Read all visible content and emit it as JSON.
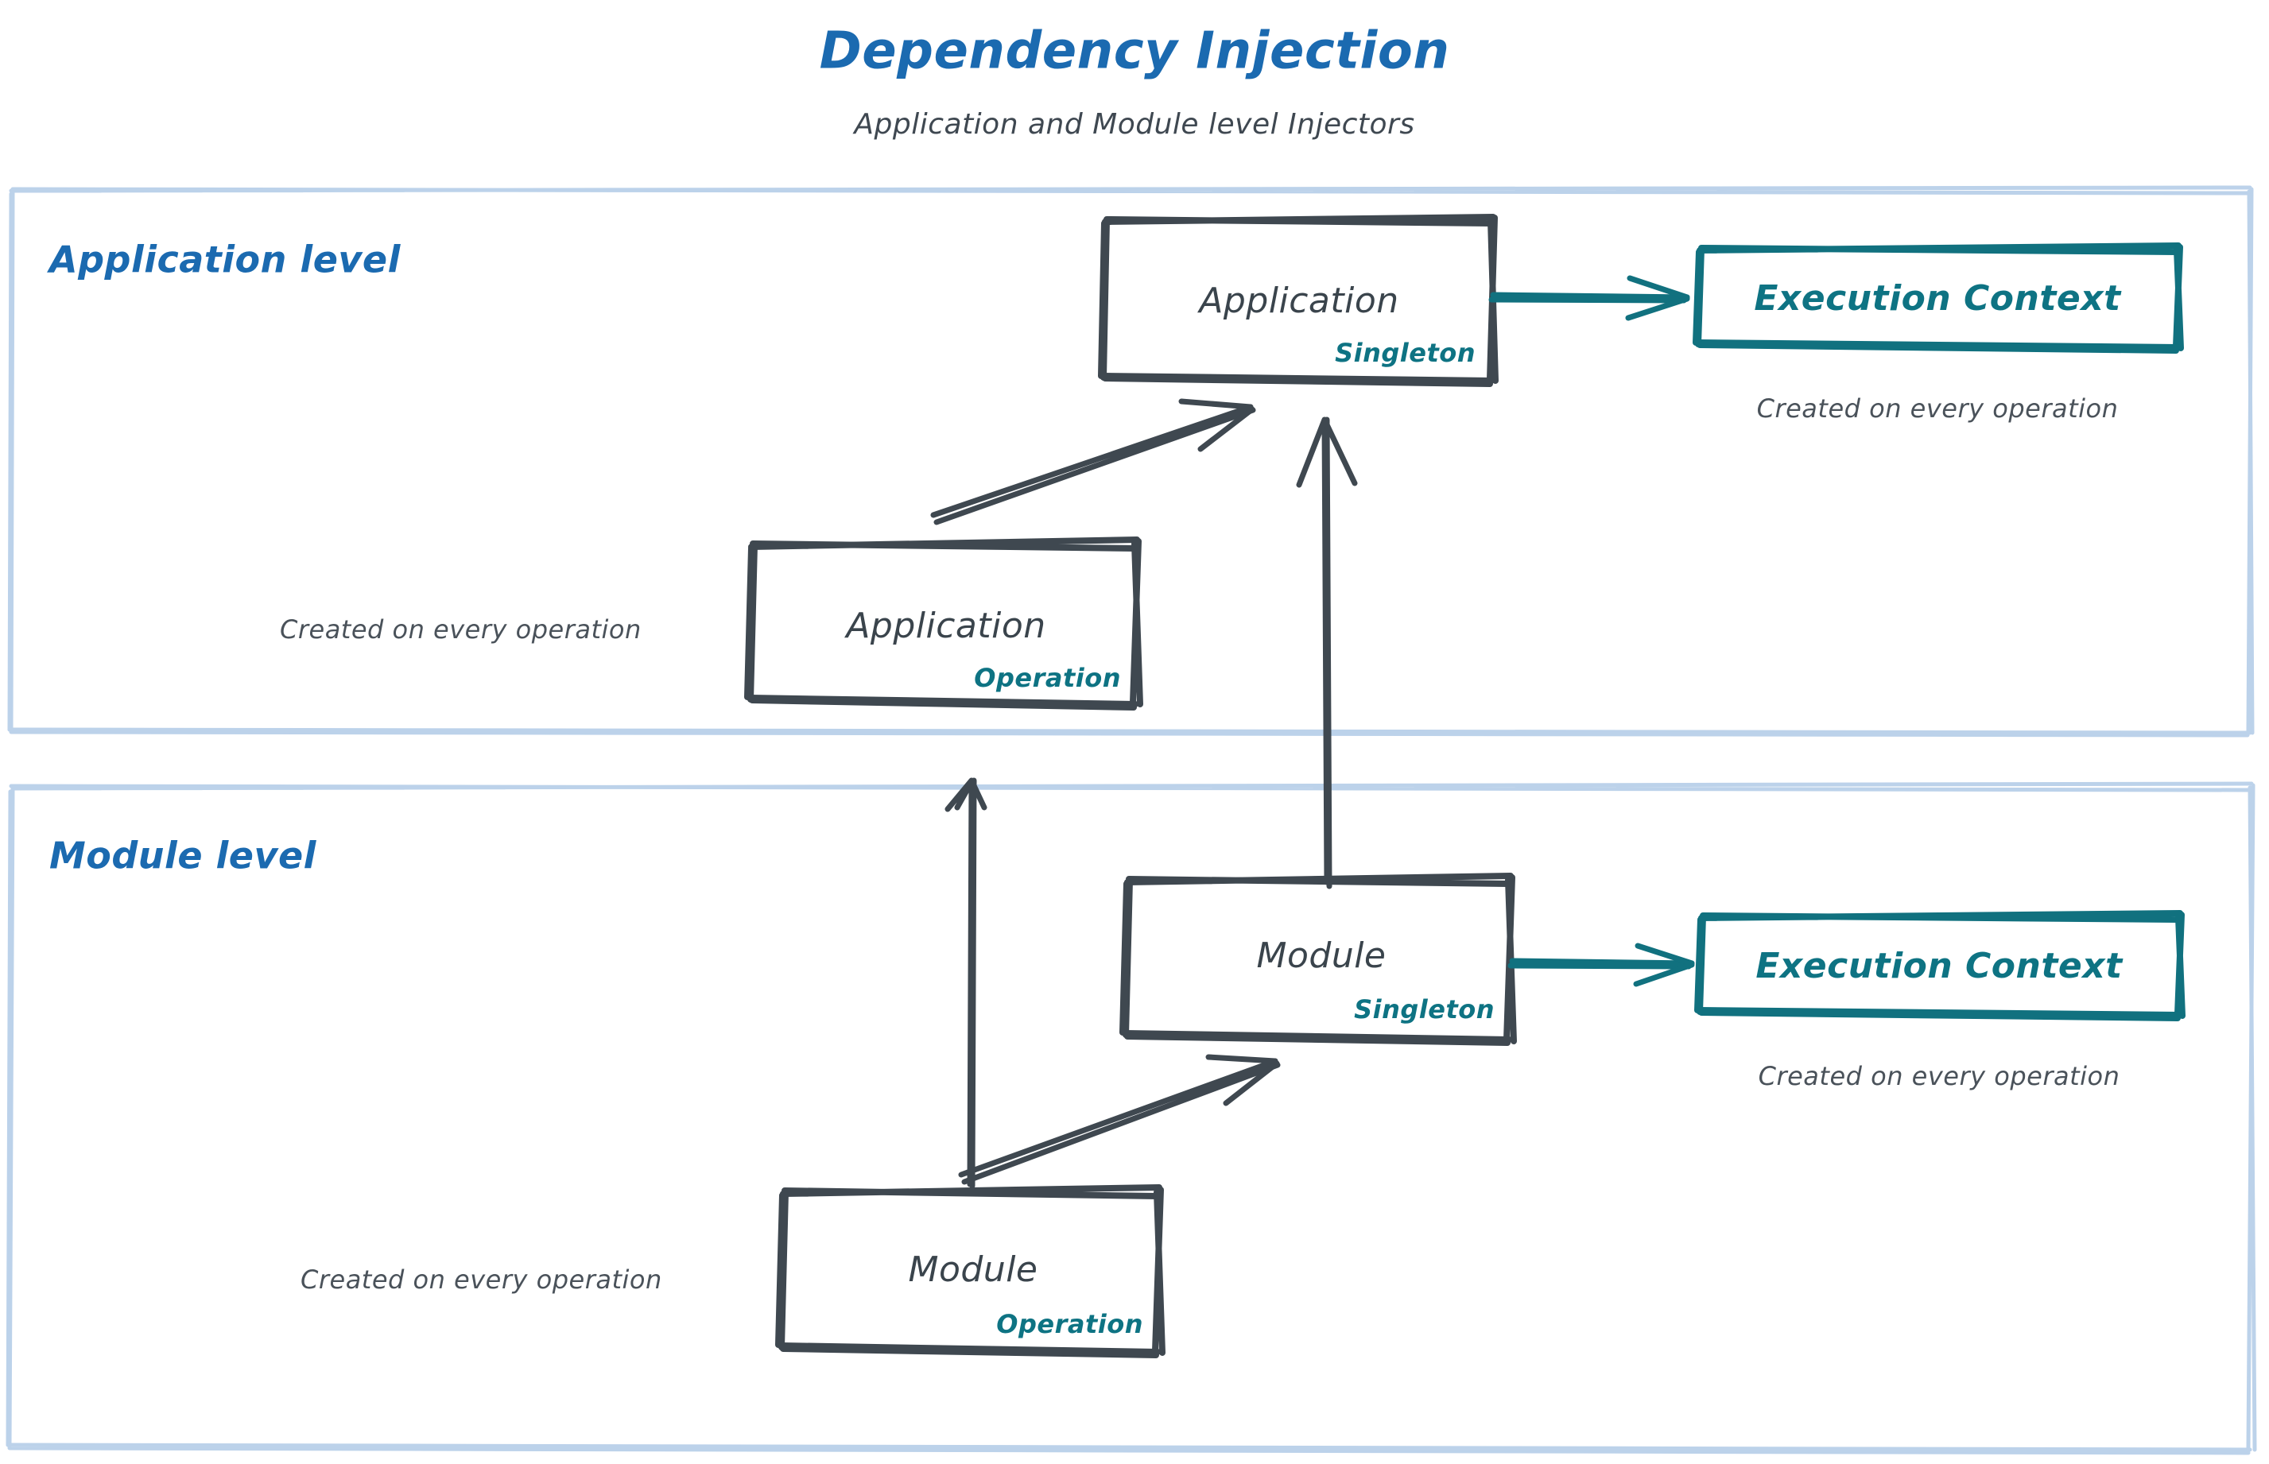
{
  "header": {
    "title": "Dependency Injection",
    "subtitle": "Application and Module level Injectors"
  },
  "colors": {
    "title_blue": "#1b6ab0",
    "level_blue": "#1b6ab0",
    "container_border": "#b9d0e8",
    "node_stroke": "#3a444c",
    "node_text": "#3a444c",
    "scope_teal": "#0e7383",
    "execution_context_teal": "#127180",
    "note_gray": "#4a525a",
    "background": "#ffffff"
  },
  "containers": [
    {
      "id": "application-level",
      "label": "Application level"
    },
    {
      "id": "module-level",
      "label": "Module level"
    }
  ],
  "nodes": [
    {
      "id": "application-singleton",
      "title": "Application",
      "scope": "Singleton",
      "level": "Application level",
      "style": "dark-box"
    },
    {
      "id": "application-execution-context",
      "title": "Execution Context",
      "scope": "",
      "level": "Application level",
      "style": "teal-box"
    },
    {
      "id": "application-operation",
      "title": "Application",
      "scope": "Operation",
      "level": "Application level",
      "style": "dark-box"
    },
    {
      "id": "module-singleton",
      "title": "Module",
      "scope": "Singleton",
      "level": "Module level",
      "style": "dark-box"
    },
    {
      "id": "module-execution-context",
      "title": "Execution Context",
      "scope": "",
      "level": "Module level",
      "style": "teal-box"
    },
    {
      "id": "module-operation",
      "title": "Module",
      "scope": "Operation",
      "level": "Module level",
      "style": "dark-box"
    }
  ],
  "notes": [
    {
      "id": "note-application-execution-context",
      "text": "Created on every operation"
    },
    {
      "id": "note-application-operation",
      "text": "Created on every operation"
    },
    {
      "id": "note-module-execution-context",
      "text": "Created on every operation"
    },
    {
      "id": "note-module-operation",
      "text": "Created on every operation"
    }
  ],
  "edges": [
    {
      "id": "edge-app-singleton-to-app-execution-context",
      "from": "application-singleton",
      "to": "application-execution-context",
      "color": "teal"
    },
    {
      "id": "edge-app-operation-to-app-singleton",
      "from": "application-operation",
      "to": "application-singleton",
      "color": "dark"
    },
    {
      "id": "edge-module-singleton-to-app-singleton",
      "from": "module-singleton",
      "to": "application-singleton",
      "color": "dark"
    },
    {
      "id": "edge-module-singleton-to-module-execution-context",
      "from": "module-singleton",
      "to": "module-execution-context",
      "color": "teal"
    },
    {
      "id": "edge-module-operation-to-module-singleton",
      "from": "module-operation",
      "to": "module-singleton",
      "color": "dark"
    },
    {
      "id": "edge-module-operation-to-app-operation",
      "from": "module-operation",
      "to": "application-operation",
      "color": "dark"
    }
  ]
}
